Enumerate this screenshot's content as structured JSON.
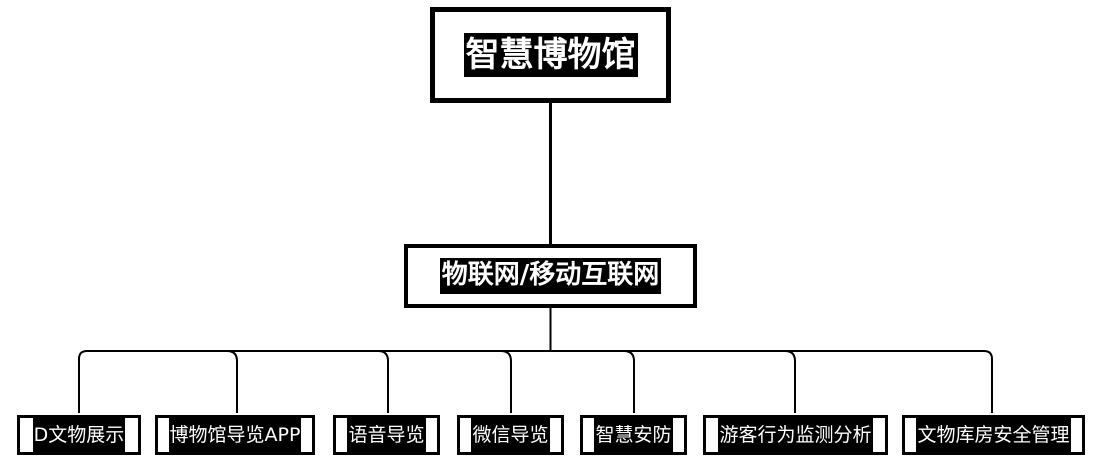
{
  "root": {
    "label": "智慧博物馆"
  },
  "middle": {
    "label": "物联网/移动互联网"
  },
  "leaves": [
    {
      "label": "D文物展示"
    },
    {
      "label": "博物馆导览APP"
    },
    {
      "label": "语音导览"
    },
    {
      "label": "微信导览"
    },
    {
      "label": "智慧安防"
    },
    {
      "label": "游客行为监测分析"
    },
    {
      "label": "文物库房安全管理"
    }
  ]
}
